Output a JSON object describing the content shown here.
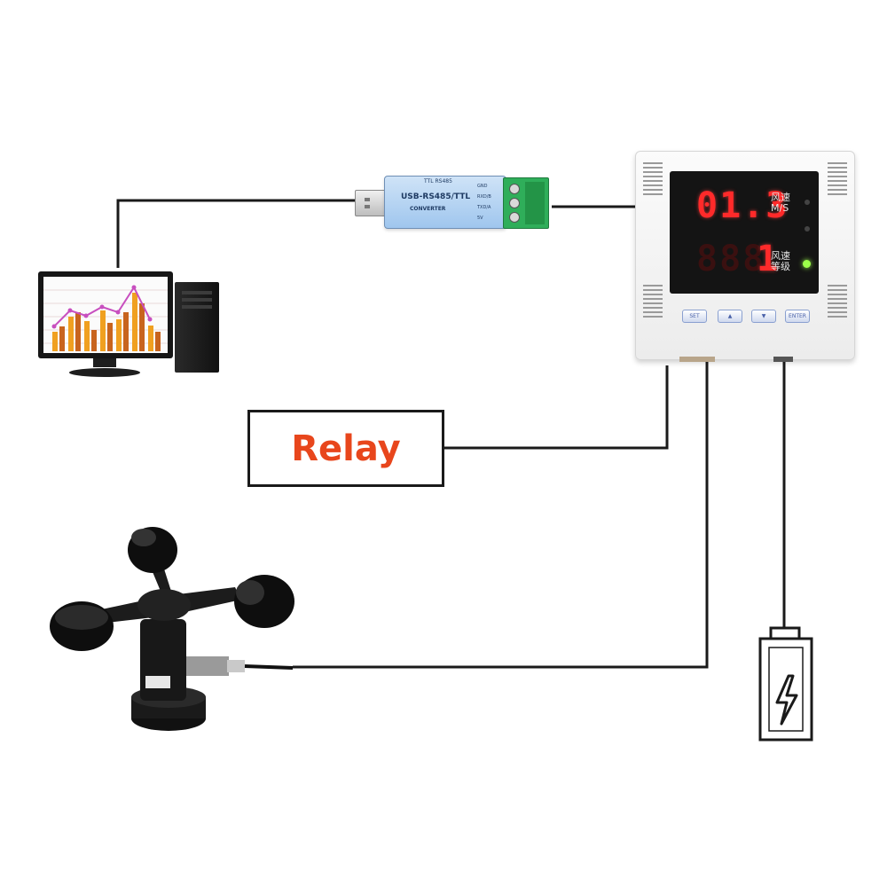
{
  "relay": {
    "label": "Relay"
  },
  "controller": {
    "display_top": "01.3",
    "display_top_unit": [
      "风速",
      "M/S"
    ],
    "display_bottom": "1",
    "display_bottom_unit": [
      "风速",
      "等级"
    ],
    "buttons": [
      "SET",
      "▲",
      "▼",
      "ENTER"
    ]
  },
  "converter": {
    "title": "USB-RS485/TTL",
    "subtitle": "CONVERTER",
    "top_label": "TTL RS485",
    "pins": [
      "GND",
      "RXD/B",
      "TXD/A",
      "5V"
    ]
  },
  "colors": {
    "relay_text": "#e8461c",
    "line": "#1a1a1a",
    "led_digit": "#ff2a2a"
  }
}
